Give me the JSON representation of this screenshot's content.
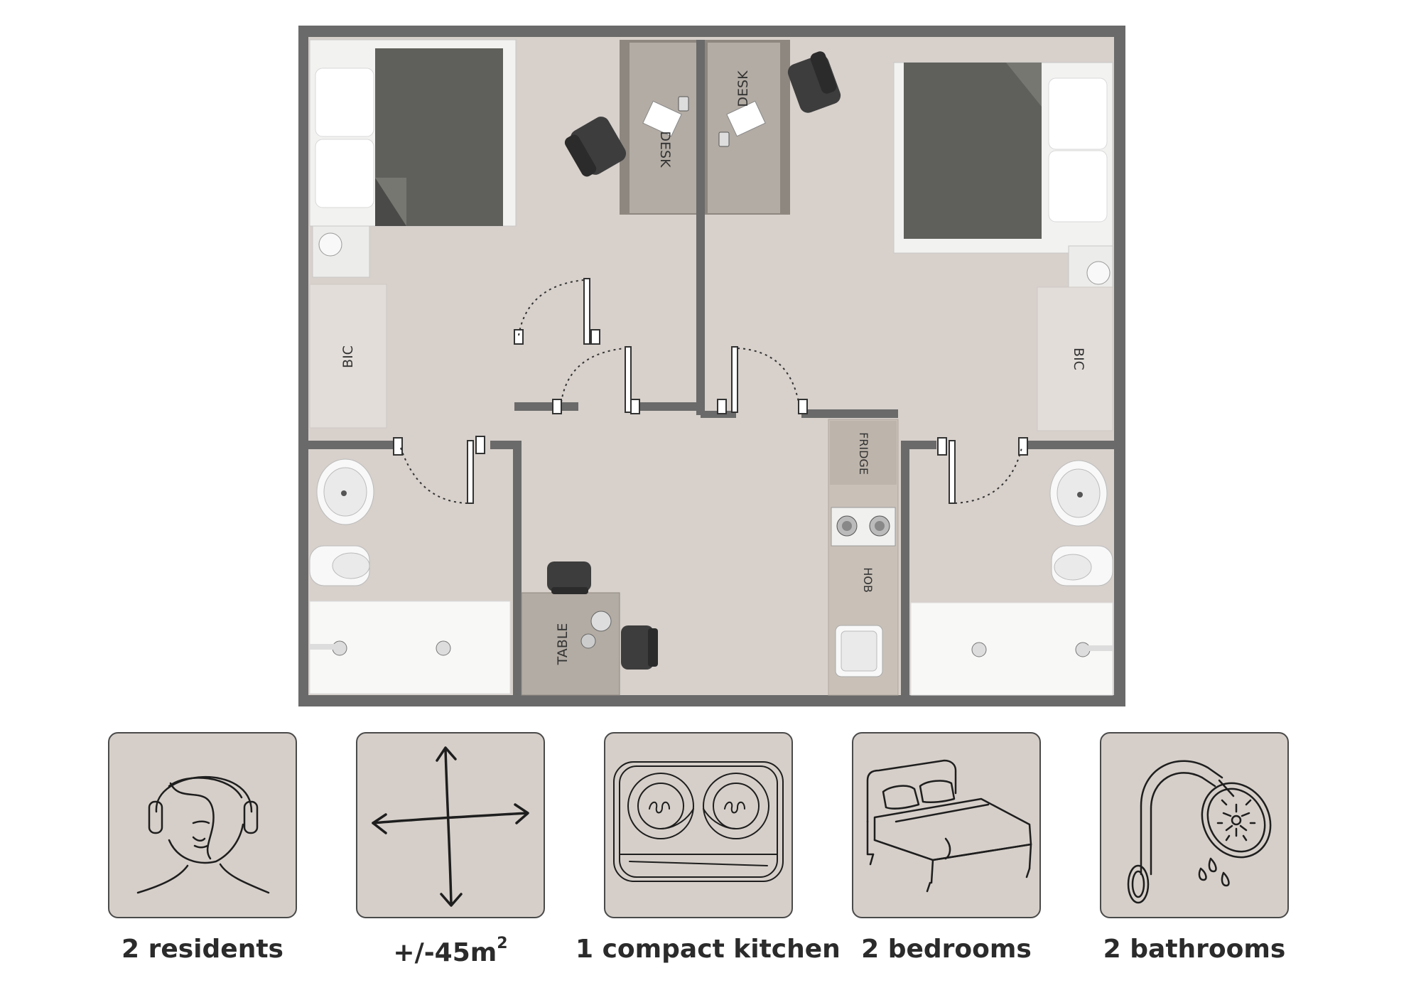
{
  "floor_plan": {
    "labels": {
      "desk_left": "DESK",
      "desk_right": "DESK",
      "bic_left": "BIC",
      "bic_right": "BIC",
      "fridge": "FRIDGE",
      "hob": "HOB",
      "table": "TABLE"
    },
    "colors": {
      "floor": "#d7d0cb",
      "wall": "#6a6a6a",
      "bed_cover": "#5f5f5c",
      "furniture": "#b3aca4",
      "counter": "#c9c1b8",
      "white_fixture": "#f3f3f1",
      "line": "#3a3a3a"
    }
  },
  "features": [
    {
      "icon": "headphones-person-icon",
      "caption": "2 residents"
    },
    {
      "icon": "area-arrows-icon",
      "caption": "+/-45m",
      "superscript": "2"
    },
    {
      "icon": "double-hob-icon",
      "caption": "1 compact kitchen"
    },
    {
      "icon": "bed-icon",
      "caption": "2 bedrooms"
    },
    {
      "icon": "shower-head-icon",
      "caption": "2 bathrooms"
    }
  ],
  "tile_color": "#d6cfc9"
}
